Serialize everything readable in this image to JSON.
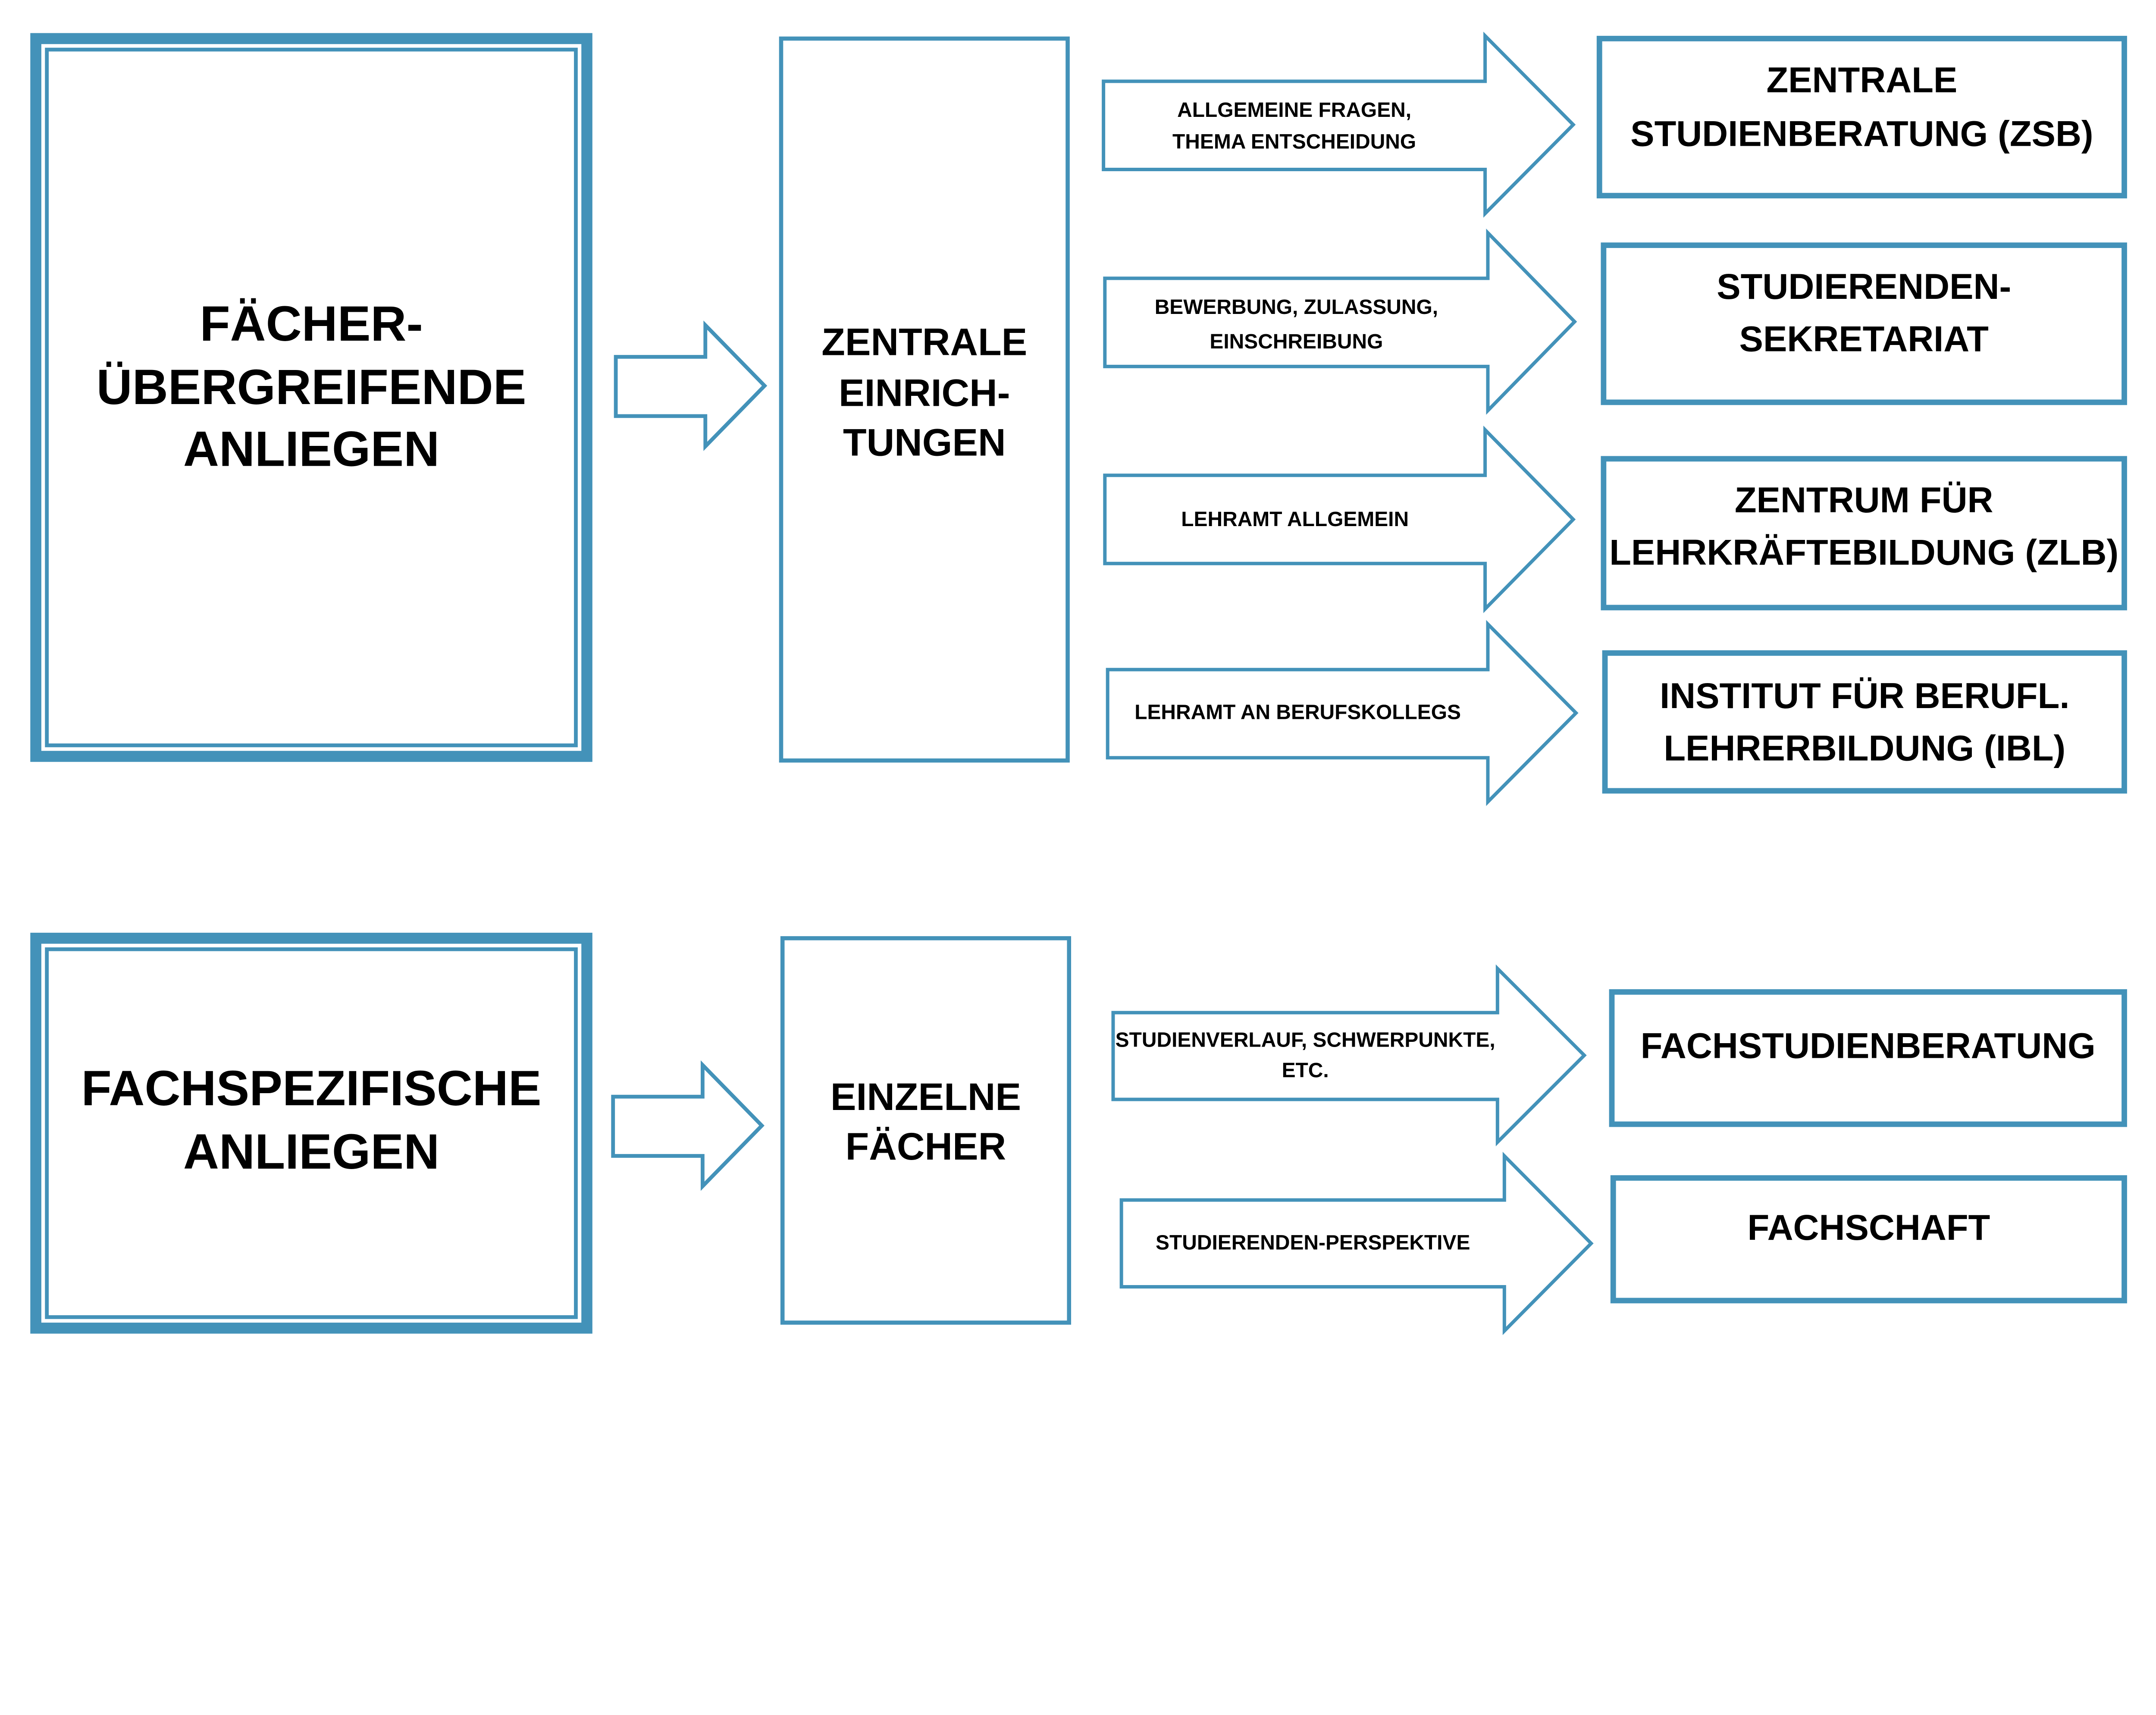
{
  "colors": {
    "accent": "#4392b9",
    "text": "#000000",
    "background": "#ffffff"
  },
  "sections": [
    {
      "category": [
        "FÄCHER-",
        "ÜBERGREIFENDE",
        "ANLIEGEN"
      ],
      "institution": [
        "ZENTRALE",
        "EINRICH-",
        "TUNGEN"
      ],
      "routes": [
        {
          "topic": [
            "ALLGEMEINE FRAGEN,",
            "THEMA ENTSCHEIDUNG"
          ],
          "target": [
            "ZENTRALE",
            "STUDIENBERATUNG (ZSB)"
          ]
        },
        {
          "topic": [
            "BEWERBUNG, ZULASSUNG,",
            "EINSCHREIBUNG"
          ],
          "target": [
            "STUDIERENDEN-",
            "SEKRETARIAT"
          ]
        },
        {
          "topic": [
            "LEHRAMT ALLGEMEIN"
          ],
          "target": [
            "ZENTRUM FÜR",
            "LEHRKRÄFTEBILDUNG (ZLB)"
          ]
        },
        {
          "topic": [
            "LEHRAMT AN BERUFSKOLLEGS"
          ],
          "target": [
            "INSTITUT FÜR BERUFL.",
            "LEHRERBILDUNG (IBL)"
          ]
        }
      ]
    },
    {
      "category": [
        "FACHSPEZIFISCHE",
        "ANLIEGEN"
      ],
      "institution": [
        "EINZELNE",
        "FÄCHER"
      ],
      "routes": [
        {
          "topic": [
            "STUDIENVERLAUF, SCHWERPUNKTE,",
            "ETC."
          ],
          "target": [
            "FACHSTUDIENBERATUNG"
          ]
        },
        {
          "topic": [
            "STUDIERENDEN-PERSPEKTIVE"
          ],
          "target": [
            "FACHSCHAFT"
          ]
        }
      ]
    }
  ]
}
